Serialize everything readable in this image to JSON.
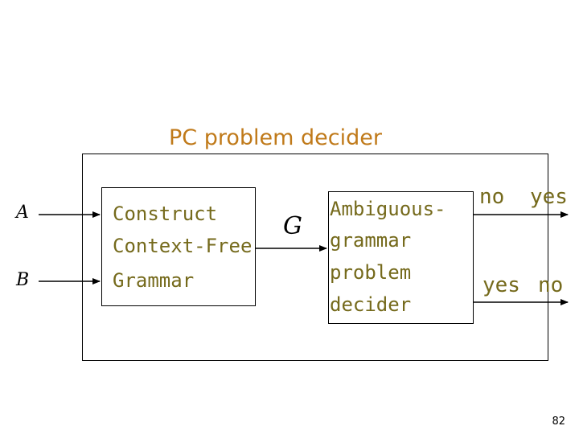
{
  "title": {
    "main": "PC problem",
    "accent": "decider"
  },
  "inputs": {
    "a": "A",
    "b": "B"
  },
  "construct_box": {
    "lines": [
      "Construct",
      "Context-Free",
      "Grammar"
    ]
  },
  "intermediate": {
    "g": "G"
  },
  "decider_box": {
    "lines": [
      "Ambiguous-",
      "grammar",
      "problem",
      "decider"
    ]
  },
  "outputs": {
    "top": {
      "inner": "no",
      "outer": "yes"
    },
    "bottom": {
      "inner": "yes",
      "outer": "no"
    }
  },
  "page_number": "82",
  "colors": {
    "title": "#c07a1a",
    "box_text": "#756a1c",
    "lines": "#000000"
  }
}
